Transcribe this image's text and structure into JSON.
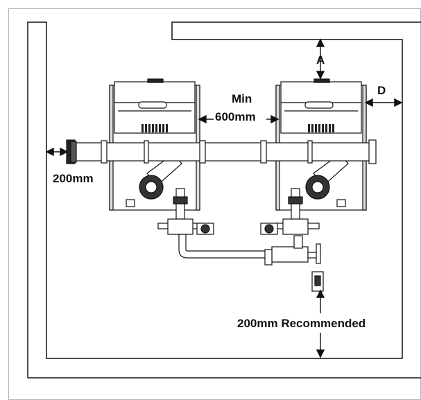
{
  "labels": {
    "clearance_a": "A",
    "clearance_d": "D",
    "min_line1": "Min",
    "min_line2": "600mm",
    "side_clearance": "200mm",
    "bottom_clearance": "200mm Recommended"
  },
  "colors": {
    "line": "#111111",
    "unit_fill": "#ffffff",
    "frame_border": "#b5b5b5",
    "dark_detail": "#222222"
  }
}
